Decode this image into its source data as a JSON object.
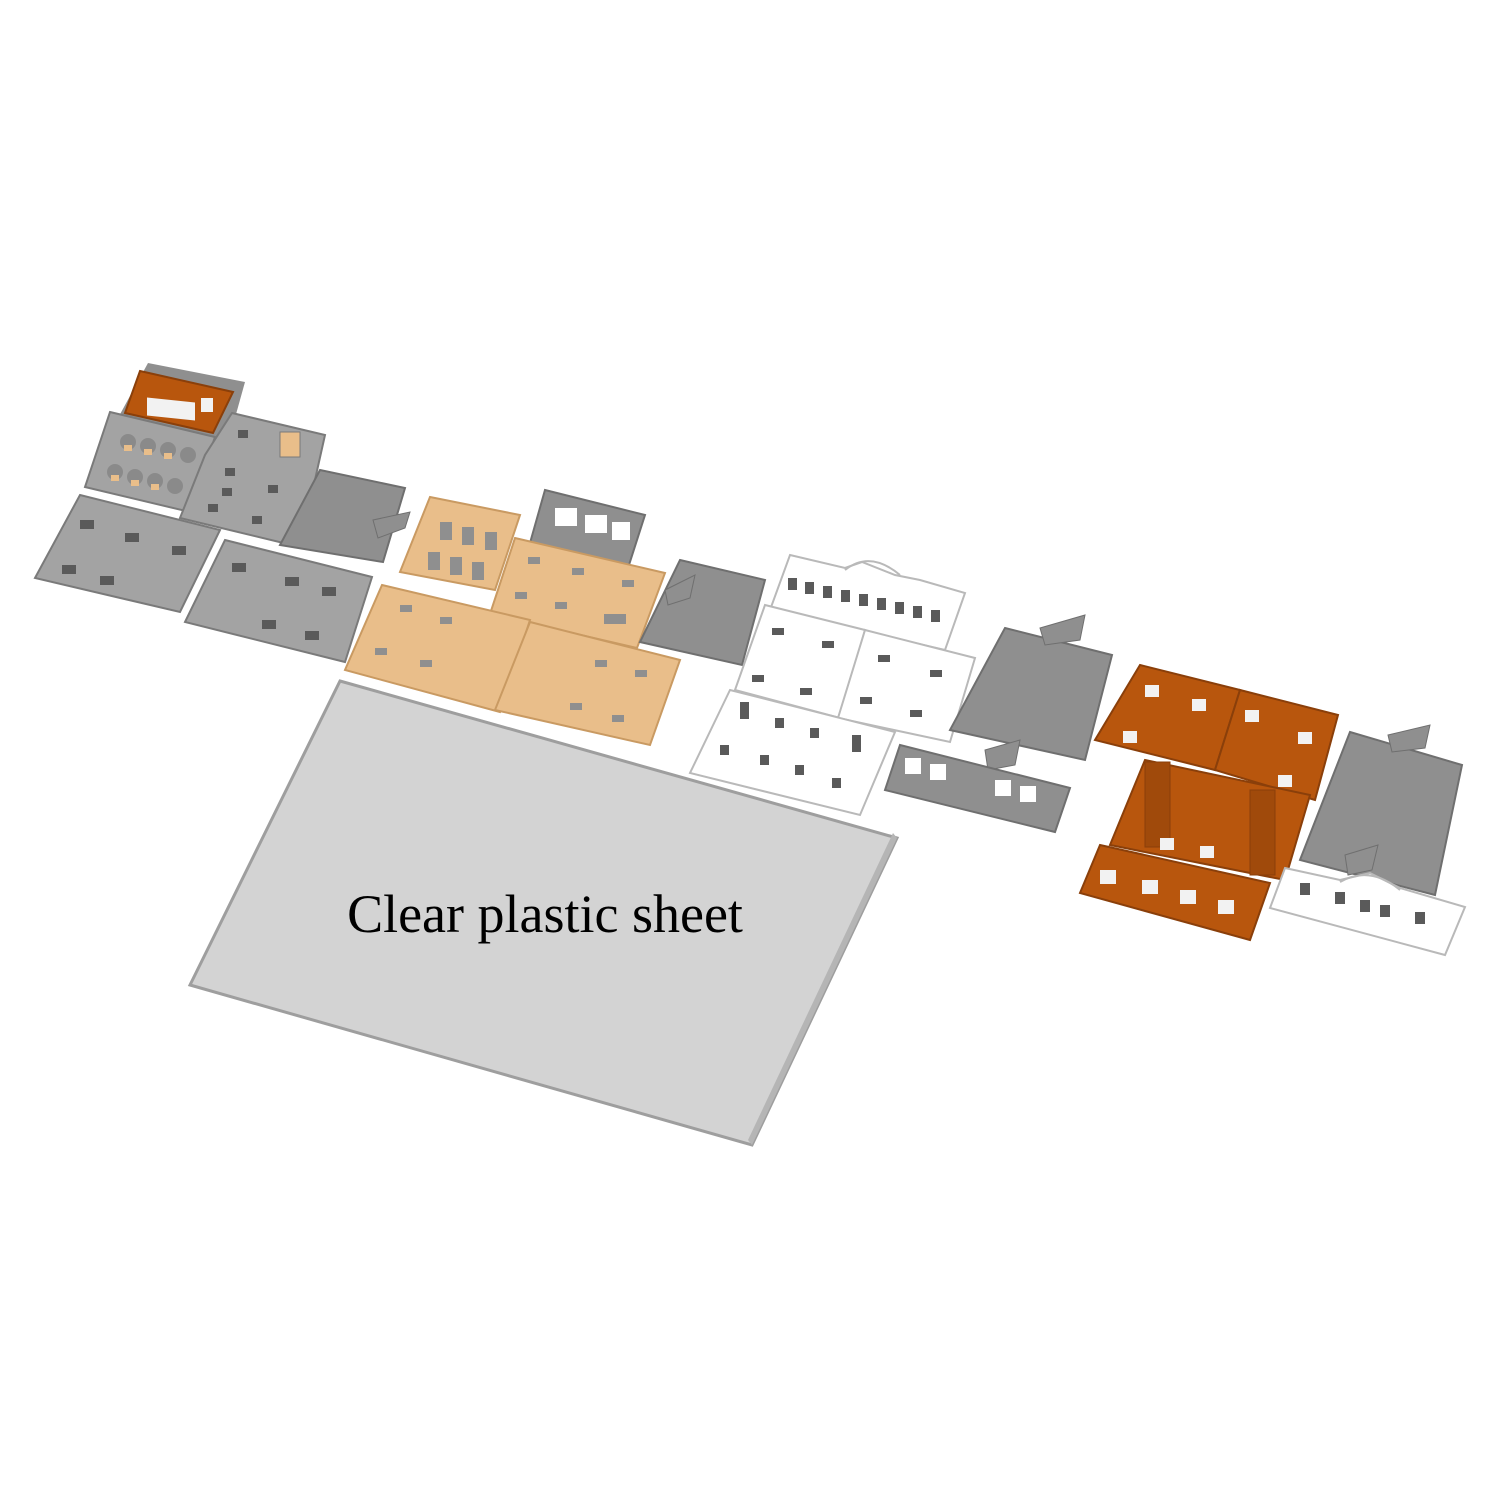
{
  "sheet_label": "Clear plastic sheet",
  "colors": {
    "background": "#ffffff",
    "gray_part": "#8f8f8f",
    "gray_part_light": "#a3a3a3",
    "gray_edge": "#6f6f6f",
    "tan_part": "#e9be8a",
    "tan_edge": "#c99a62",
    "white_part": "#ffffff",
    "white_edge": "#b9b9b9",
    "orange_part": "#b8560d",
    "orange_edge": "#8a3f0a",
    "window_dark": "#5a5a5a",
    "window_light": "#f2f2f2",
    "clear_sheet": "#d3d3d3",
    "clear_sheet_edge": "#9e9e9e"
  },
  "parts": [
    {
      "name": "gray-building-kit",
      "color": "gray"
    },
    {
      "name": "tan-building-kit",
      "color": "tan"
    },
    {
      "name": "white-building-kit",
      "color": "white"
    },
    {
      "name": "orange-building-kit",
      "color": "orange"
    },
    {
      "name": "clear-plastic-sheet",
      "color": "clear"
    }
  ]
}
